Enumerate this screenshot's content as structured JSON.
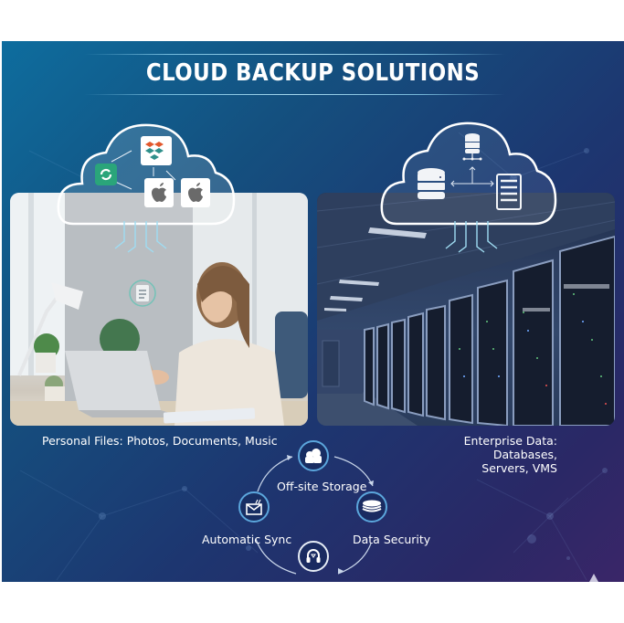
{
  "title": "CLOUD BACKUP SOLUTIONS",
  "colors": {
    "banner_start": "#0e6d9e",
    "banner_end": "#3a2668",
    "accent_blue": "#5ba6dc",
    "text": "#ffffff",
    "sync_green": "#2aa57a",
    "dropbox_orange": "#e2572c",
    "dropbox_teal": "#2e8f8a"
  },
  "personal": {
    "caption": "Personal Files: Photos, Documents, Music",
    "cloud_icons": [
      "sync-app-icon",
      "dropbox-icon",
      "apple-icon",
      "apple-icon"
    ],
    "scene": "woman using smartphone at desk with laptop",
    "floating_icon": "document-icon"
  },
  "enterprise": {
    "caption_line1": "Enterprise Data: Databases,",
    "caption_line2": "Servers, VMS",
    "cloud_icons": [
      "database-network-icon",
      "database-icon",
      "server-rack-icon"
    ],
    "scene": "data center server racks"
  },
  "features": [
    {
      "label": "Off-site Storage",
      "icon": "cloud-storage-icon"
    },
    {
      "label": "Data Security",
      "icon": "disk-stack-icon"
    },
    {
      "label": "",
      "icon": "headset-support-icon"
    },
    {
      "label": "Automatic Sync",
      "icon": "envelope-sync-icon"
    }
  ]
}
